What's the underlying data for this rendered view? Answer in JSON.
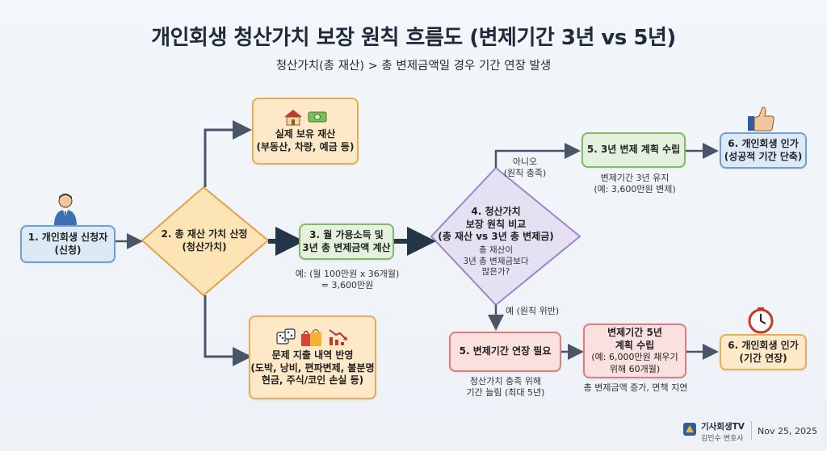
{
  "title": "개인회생 청산가치 보장 원칙 흐름도 (변제기간 3년 vs 5년)",
  "subtitle": "청산가치(총 재산) > 총 변제금액일 경우 기간 연장 발생",
  "nodes": {
    "applicant": {
      "line1": "1. 개인회생 신청자",
      "line2": "(신청)"
    },
    "assets_calc": {
      "line1": "2. 총 재산 가치 산정",
      "line2": "(청산가치)"
    },
    "real_assets": {
      "line1": "실제 보유 재산",
      "line2": "(부동산, 차량, 예금 등)"
    },
    "problem_spending": {
      "line1": "문제 지출 내역 반영",
      "line2": "(도박, 낭비, 편파변제, 불분명",
      "line3": "현금, 주식/코인 손실 등)"
    },
    "income_calc": {
      "line1": "3. 월 가용소득 및",
      "line2": "3년 총 변제금액 계산"
    },
    "compare": {
      "line1": "4. 청산가치",
      "line2": "보장 원칙 비교",
      "line3": "(총 재산 vs 3년 총 변제금)",
      "question1": "총 재산이",
      "question2": "3년 총 변제금보다",
      "question3": "많은가?"
    },
    "plan_3yr": {
      "line1": "5. 3년 변제 계획 수립"
    },
    "approve_short": {
      "line1": "6. 개인회생 인가",
      "line2": "(성공적 기간 단축)"
    },
    "extend_needed": {
      "line1": "5. 변제기간 연장 필요"
    },
    "plan_5yr": {
      "line1": "변제기간 5년",
      "line2": "계획 수립",
      "line3": "(예: 6,000만원 채우기",
      "line4": "위해 60개월)"
    },
    "approve_extend": {
      "line1": "6. 개인회생 인가",
      "line2": "(기간 연장)"
    }
  },
  "notes": {
    "income_example1": "예: (월 100만원 x 36개월)",
    "income_example2": "= 3,600만원",
    "no_label1": "아니오",
    "no_label2": "(원칙 충족)",
    "plan3_note1": "변제기간 3년 유지",
    "plan3_note2": "(예: 3,600만원 변제)",
    "yes_label": "예 (원칙 위반)",
    "extend_note1": "청산가치 충족 위해",
    "extend_note2": "기간 늘림 (최대 5년)",
    "plan5_note": "총 변제금액 증가, 면책 지연"
  },
  "footer": {
    "brand": "기사회생TV",
    "author": "김민수 변호사",
    "date": "Nov 25, 2025"
  },
  "icons": {
    "applicant": "person-icon",
    "real_assets": [
      "house-icon",
      "money-icon"
    ],
    "problem_spending": [
      "dice-icon",
      "shopping-bags-icon",
      "down-chart-icon"
    ],
    "approve_short": "thumbs-up-icon",
    "approve_extend": "clock-icon"
  },
  "colors": {
    "blue_fill": "#dceaf8",
    "blue_border": "#6f9fd4",
    "green_fill": "#e4f2dd",
    "green_border": "#7fba68",
    "orange_fill": "#fde8c7",
    "orange_border": "#e7ad55",
    "red_fill": "#fbe0e0",
    "red_border": "#de7d7d",
    "diamond_orange_fill": "#fde4b4",
    "diamond_orange_border": "#e3a24a",
    "diamond_purple_fill": "#e6e0f3",
    "diamond_purple_border": "#9a86c8",
    "arrow": "#4a5566",
    "arrow_bold": "#243449"
  }
}
